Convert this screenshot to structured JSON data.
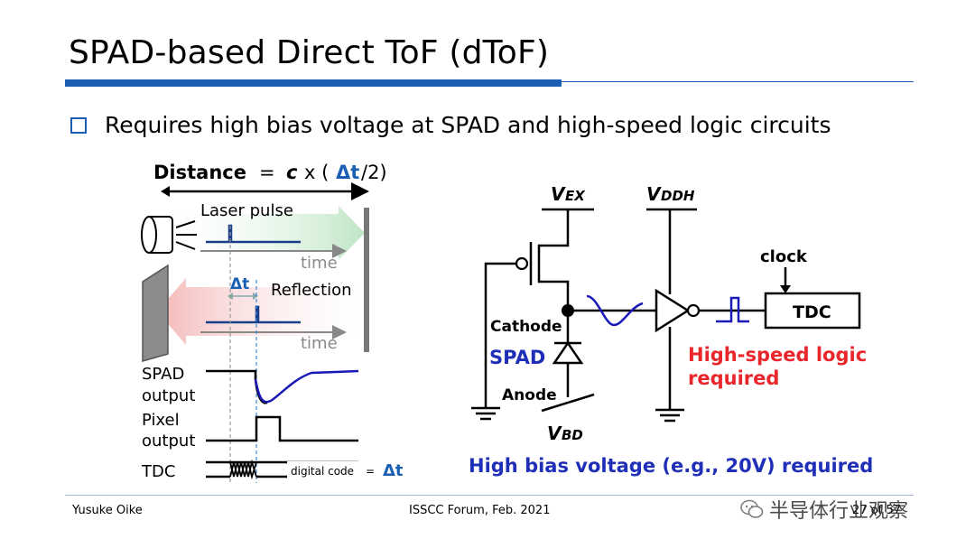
{
  "slide": {
    "title": "SPAD-based Direct ToF (dToF)",
    "bullet": "Requires high bias voltage at SPAD and high-speed logic circuits"
  },
  "left_diagram": {
    "formula_word": "Distance",
    "formula_eq": "=",
    "formula_c": "c",
    "formula_x": "x (",
    "formula_dt": "Δt",
    "formula_tail": "/2)",
    "laser_pulse": "Laser pulse",
    "time1": "time",
    "delta_t": "Δt",
    "reflection": "Reflection",
    "time2": "time",
    "spad_output_1": "SPAD",
    "spad_output_2": "output",
    "pixel_output_1": "Pixel",
    "pixel_output_2": "output",
    "tdc": "TDC",
    "digital_code": "digital code",
    "digital_eq": "=",
    "digital_dt": "Δt"
  },
  "circuit": {
    "vex_main": "V",
    "vex_sub": "EX",
    "vddh_main": "V",
    "vddh_sub": "DDH",
    "clock": "clock",
    "tdc_box": "TDC",
    "cathode": "Cathode",
    "spad": "SPAD",
    "anode": "Anode",
    "vbd_main": "V",
    "vbd_sub": "BD",
    "hs_line1": "High-speed logic",
    "hs_line2": "required",
    "hbv": "High bias voltage (e.g., 20V) required"
  },
  "footer": {
    "author": "Yusuke Oike",
    "event": "ISSCC Forum, Feb. 2021",
    "page": "27 of 57",
    "watermark": "半导体行业观察"
  },
  "colors": {
    "blue": "#1a5fb4",
    "red": "#e8262b",
    "dark_blue_text": "#1f2fb8"
  }
}
